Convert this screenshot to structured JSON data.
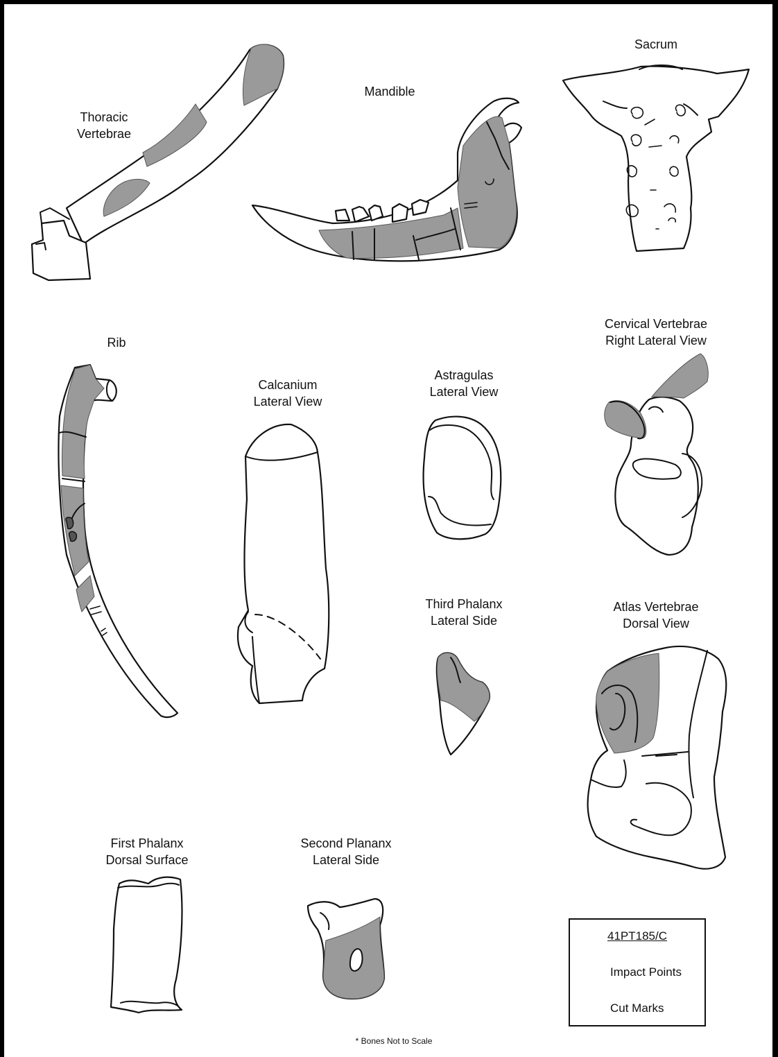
{
  "labels": {
    "thoracic": [
      "Thoracic",
      "Vertebrae"
    ],
    "mandible": [
      "Mandible"
    ],
    "sacrum": [
      "Sacrum"
    ],
    "rib": [
      "Rib"
    ],
    "calcanium": [
      "Calcanium",
      "Lateral View"
    ],
    "astragulas": [
      "Astragulas",
      "Lateral View"
    ],
    "cervical": [
      "Cervical Vertebrae",
      "Right Lateral View"
    ],
    "third_phalanx": [
      "Third Phalanx",
      "Lateral Side"
    ],
    "atlas": [
      "Atlas Vertebrae",
      "Dorsal View"
    ],
    "first_phalanx": [
      "First Phalanx",
      "Dorsal Surface"
    ],
    "second_phalanx": [
      "Second Plananx",
      "Lateral Side"
    ]
  },
  "legend": {
    "title": "41PT185/C",
    "impact_label": "Impact Points",
    "cut_label": "Cut Marks"
  },
  "footnote": "* Bones Not to Scale",
  "colors": {
    "shaded_area": "#9a9a9a",
    "impact_point": "#555555",
    "outline": "#111111"
  }
}
